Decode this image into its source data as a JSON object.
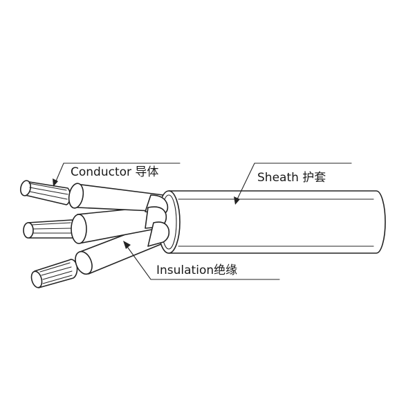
{
  "labels": {
    "conductor": "Conductor 导体",
    "sheath": "Sheath 护套",
    "insulation": "Insulation绝缘"
  }
}
